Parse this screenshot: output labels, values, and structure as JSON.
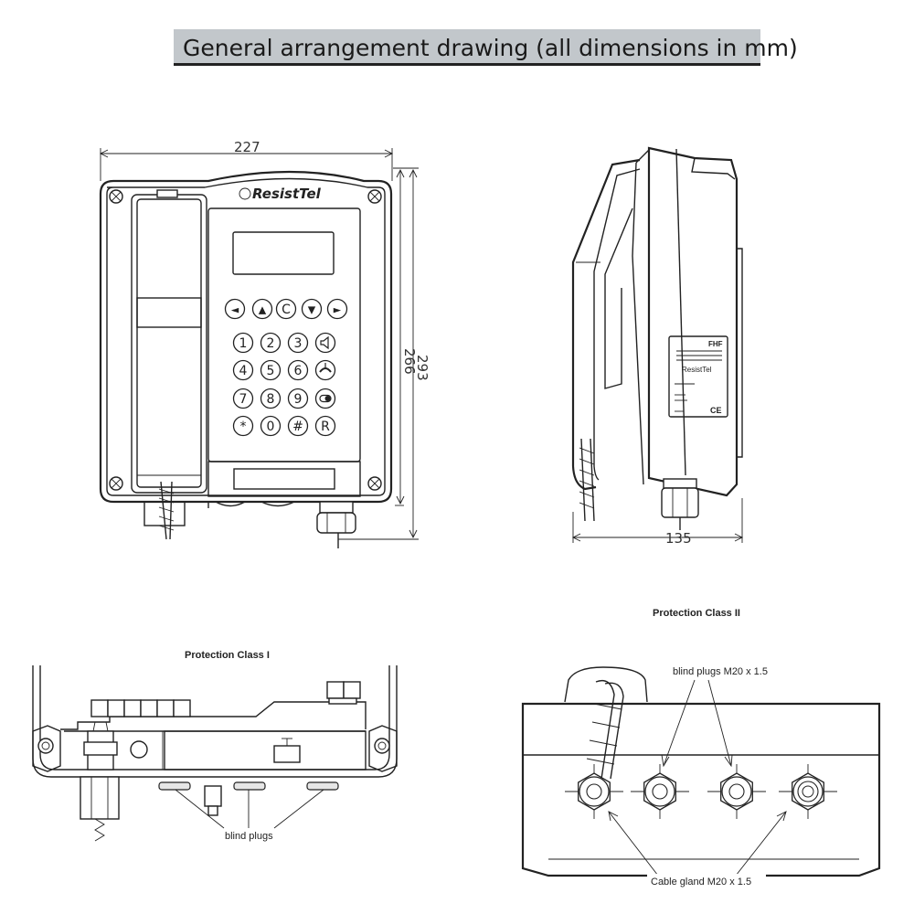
{
  "title": "General arrangement drawing (all dimensions in mm)",
  "dimensions": {
    "width": "227",
    "height_body": "266",
    "height_total": "293",
    "depth": "135"
  },
  "front_panel": {
    "brand": "ResistTel",
    "keys": [
      "◄",
      "▲",
      "C",
      "▼",
      "►",
      "1",
      "2",
      "3",
      "speaker",
      "4",
      "5",
      "6",
      "handset",
      "7",
      "8",
      "9",
      "mode",
      "*",
      "0",
      "#",
      "R"
    ]
  },
  "side_label": {
    "brand_mark": "FHF",
    "brand": "ResistTel"
  },
  "protection_class_1": {
    "title": "Protection Class I",
    "callout": "blind plugs"
  },
  "protection_class_2": {
    "title": "Protection Class II",
    "callout_top": "blind plugs M20 x 1.5",
    "callout_bottom": "Cable gland M20 x 1.5"
  },
  "icons": [
    "speaker-icon",
    "handset-icon",
    "mode-icon",
    "arrow-left-icon",
    "arrow-up-icon",
    "arrow-down-icon",
    "arrow-right-icon"
  ]
}
